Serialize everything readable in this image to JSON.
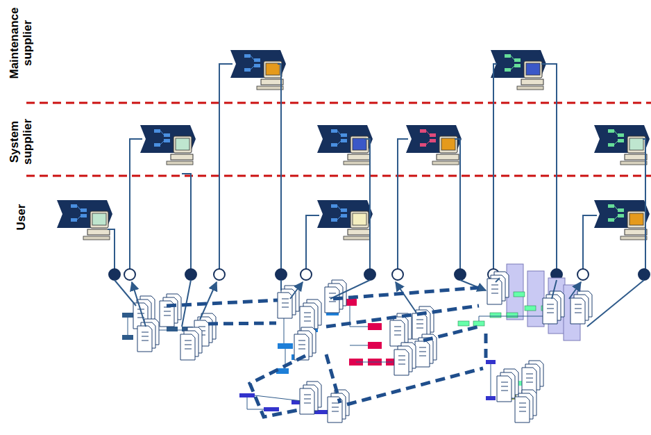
{
  "diagram": {
    "labels": [
      "Maintenance supplier",
      "System supplier",
      "User"
    ]
  }
}
